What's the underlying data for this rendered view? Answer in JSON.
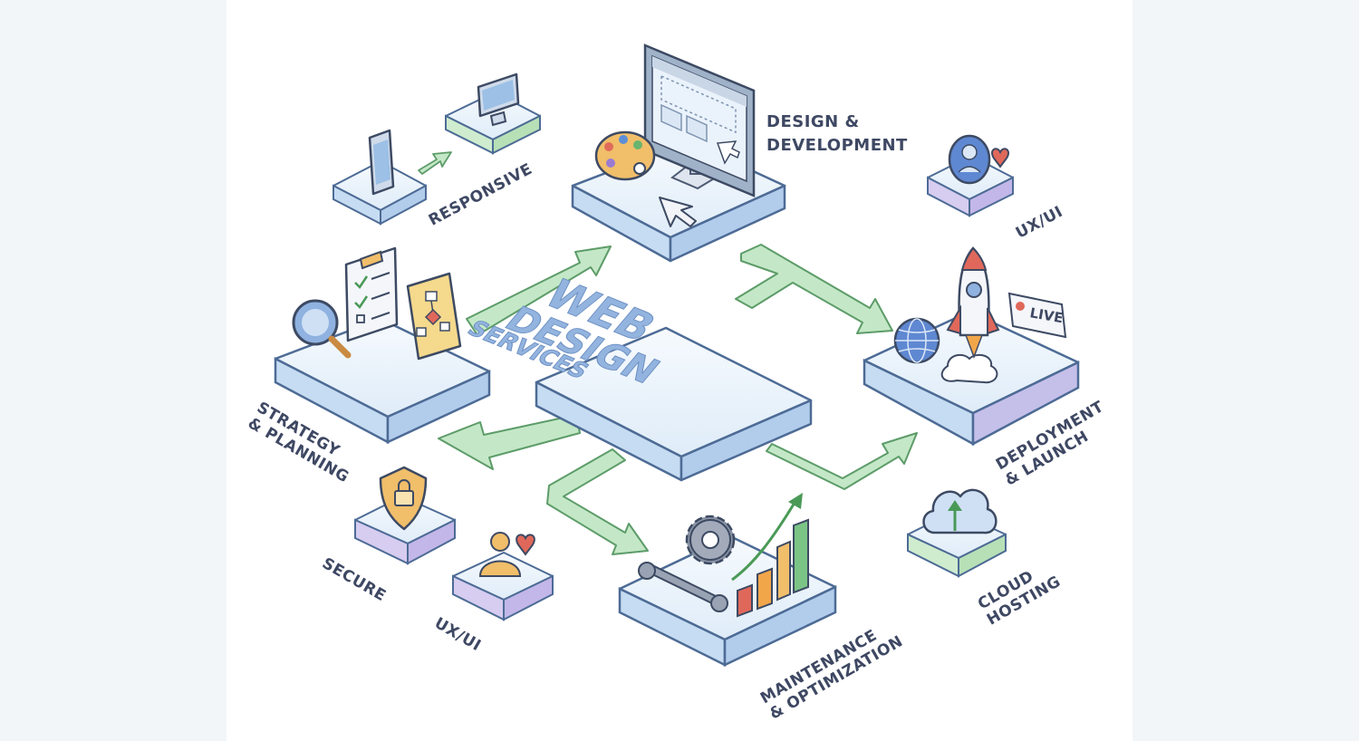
{
  "center": {
    "line1": "WEB",
    "line2": "DESIGN",
    "line3": "SERVICES"
  },
  "labels": {
    "design_development": "DESIGN &\nDEVELOPMENT",
    "responsive": "RESPONSIVE",
    "ux_ui_top": "UX/UI",
    "strategy_planning": "STRATEGY\n& PLANNING",
    "deployment_launch": "DEPLOYMENT\n& LAUNCH",
    "secure": "SECURE",
    "ux_ui_bottom": "UX/UI",
    "maintenance_optimization": "MAINTENANCE\n& OPTIMIZATION",
    "cloud_hosting": "CLOUD\nHOSTING",
    "live_badge": "LIVE"
  },
  "colors": {
    "platform_top": "#eaf3fb",
    "platform_side": "#b9d4ef",
    "platform_stroke": "#4d6b95",
    "arrow": "#bfe6c3",
    "arrow_stroke": "#5a9a66",
    "green_side": "#bfe6bf",
    "purple_side": "#c9c1ea",
    "center_text": "#8db0dd",
    "label_text": "#3e4863"
  },
  "icons": [
    "monitor-icon",
    "palette-icon",
    "cursor-icon",
    "phone-icon",
    "desktop-icon",
    "user-heart-icon",
    "clipboard-icon",
    "magnifier-icon",
    "flowchart-icon",
    "rocket-icon",
    "globe-icon",
    "shield-lock-icon",
    "gear-icon",
    "wrench-icon",
    "bar-chart-icon",
    "cloud-upload-icon"
  ]
}
